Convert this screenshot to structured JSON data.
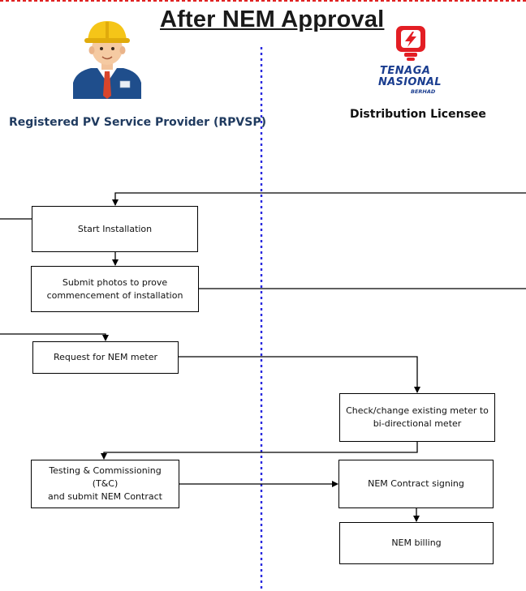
{
  "title": "After NEM Approval",
  "lanes": {
    "left_label": "Registered PV Service Provider (RPVSP)",
    "right_label": "Distribution Licensee"
  },
  "logo": {
    "line1": "TENAGA",
    "line2": "NASIONAL",
    "line3": "BERHAD",
    "brand_red": "#e31e24",
    "brand_blue": "#1a3d8f"
  },
  "steps": {
    "start_installation": "Start Installation",
    "submit_photos": "Submit photos to prove\ncommencement of installation",
    "request_meter": "Request for NEM meter",
    "check_meter": "Check/change existing meter to\nbi-directional meter",
    "testing": "Testing & Commissioning (T&C)\nand submit NEM Contract",
    "contract_signing": "NEM Contract signing",
    "billing": "NEM billing"
  },
  "colors": {
    "lane_divider": "#2a2adf",
    "top_border": "#e02020",
    "lane_label_left": "#1f3a5f",
    "lane_label_right": "#111111"
  }
}
